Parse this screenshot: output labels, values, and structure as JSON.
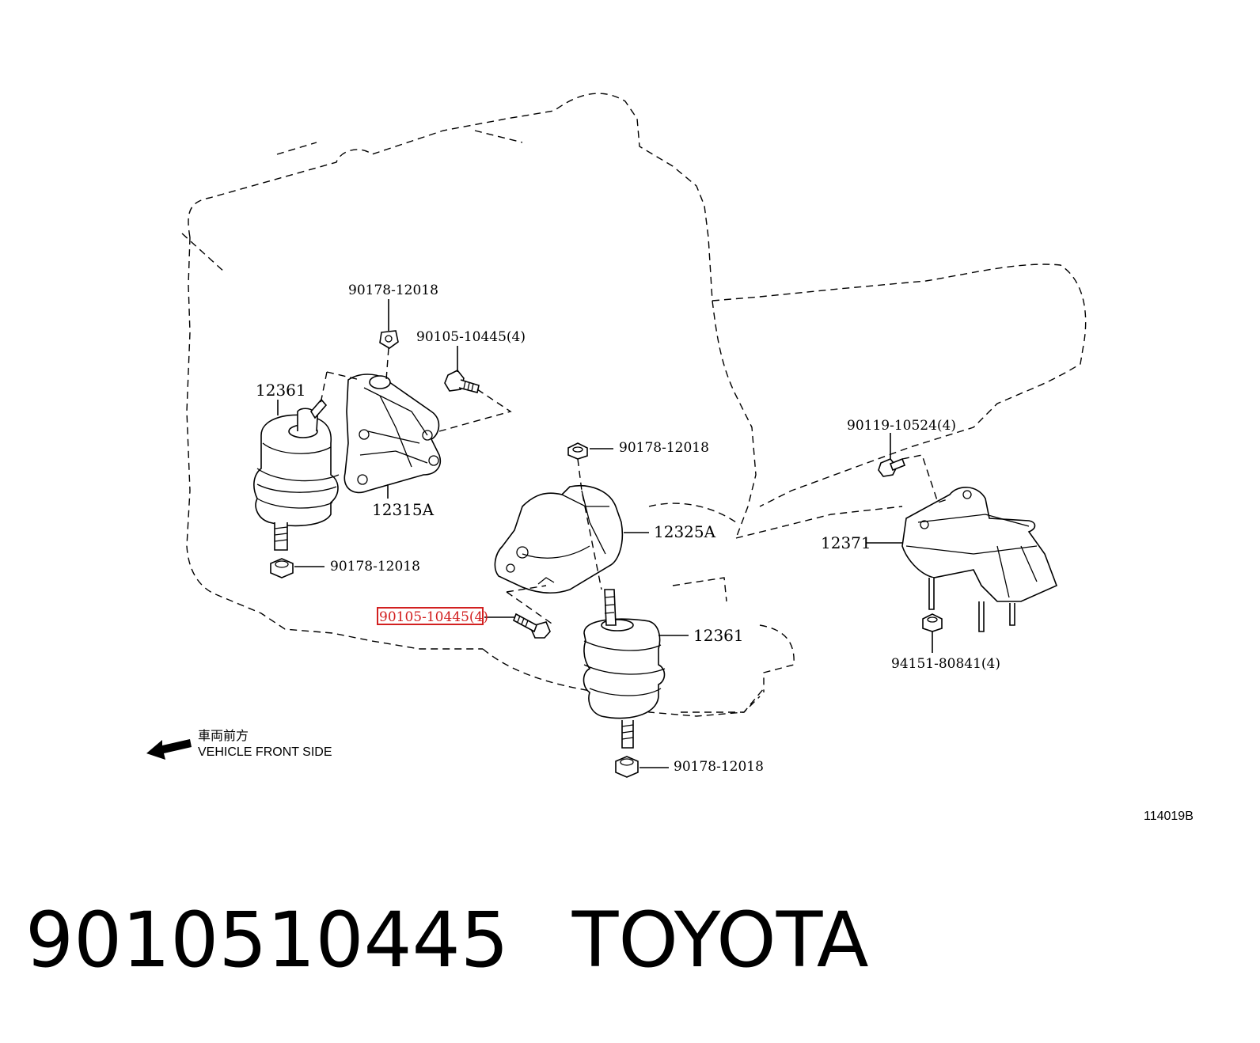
{
  "diagram": {
    "labels": {
      "nut_top_left": "90178-12018",
      "bolt_top": "90105-10445(4)",
      "mount_left": "12361",
      "bracket_left": "12315A",
      "nut_bottom_left": "90178-12018",
      "nut_center": "90178-12018",
      "bracket_center": "12325A",
      "bolt_highlighted": "90105-10445(4)",
      "mount_center": "12361",
      "nut_bottom_center": "90178-12018",
      "bolt_right": "90119-10524(4)",
      "mount_rear": "12371",
      "nut_right": "94151-80841(4)",
      "front_jp": "車両前方",
      "front_en": "VEHICLE FRONT SIDE",
      "figure_id": "114019B"
    },
    "highlight_color": "#d22020"
  },
  "footer": {
    "part_number": "9010510445",
    "brand": "TOYOTA"
  }
}
